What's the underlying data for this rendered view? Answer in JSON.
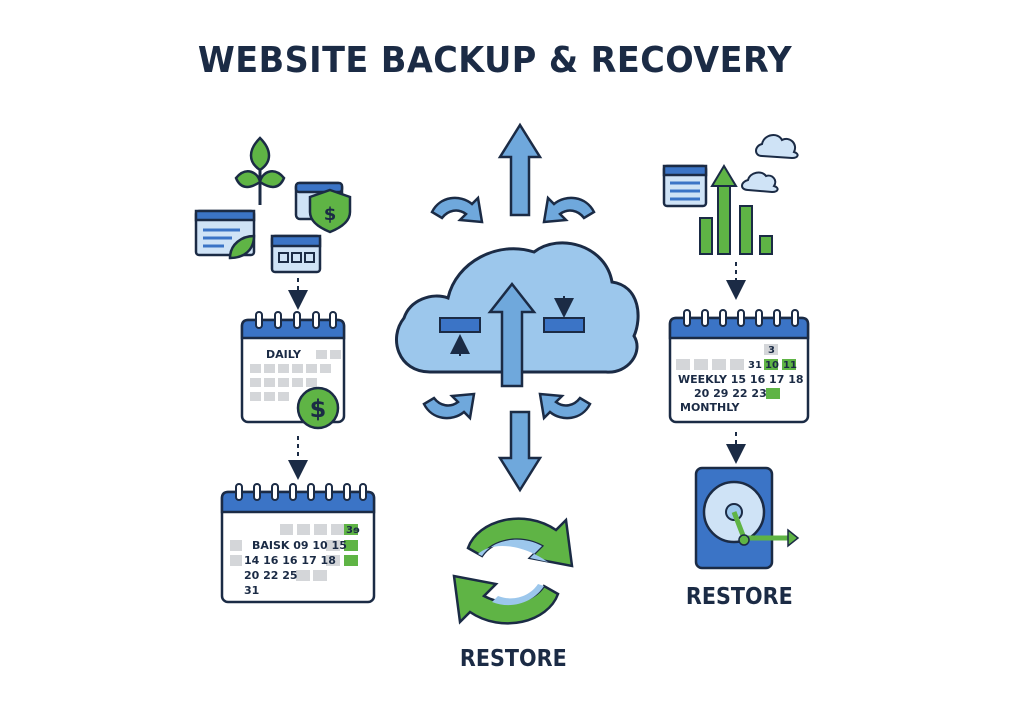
{
  "title": "WEBSITE BACKUP & RECOVERY",
  "colors": {
    "navy": "#1b2b45",
    "blue": "#3b74c6",
    "light_blue": "#9cc7ec",
    "green": "#5fb445",
    "gray_cell": "#d4d6d9"
  },
  "icons": [
    "plant-icon",
    "shield-dollar-icon",
    "window-icon",
    "dollar-coin-icon",
    "cloud-icon",
    "bar-chart-icon",
    "hard-drive-icon",
    "refresh-cycle-icon"
  ],
  "left_calendar_top": {
    "label": "DAILY"
  },
  "left_calendar_bottom": {
    "rows": [
      "BAISK 09 10 15",
      "14 16 16 17 18",
      "20 22 25",
      "31"
    ],
    "corner": "3ɘ"
  },
  "right_calendar": {
    "rows": [
      "31",
      "WEEKLY 15 16 17 18",
      "20 29 22 23",
      "MONTHLY"
    ],
    "top_digits": [
      "3",
      "10",
      "11"
    ]
  },
  "center_label": "RESTORE",
  "right_label": "RESTORE"
}
